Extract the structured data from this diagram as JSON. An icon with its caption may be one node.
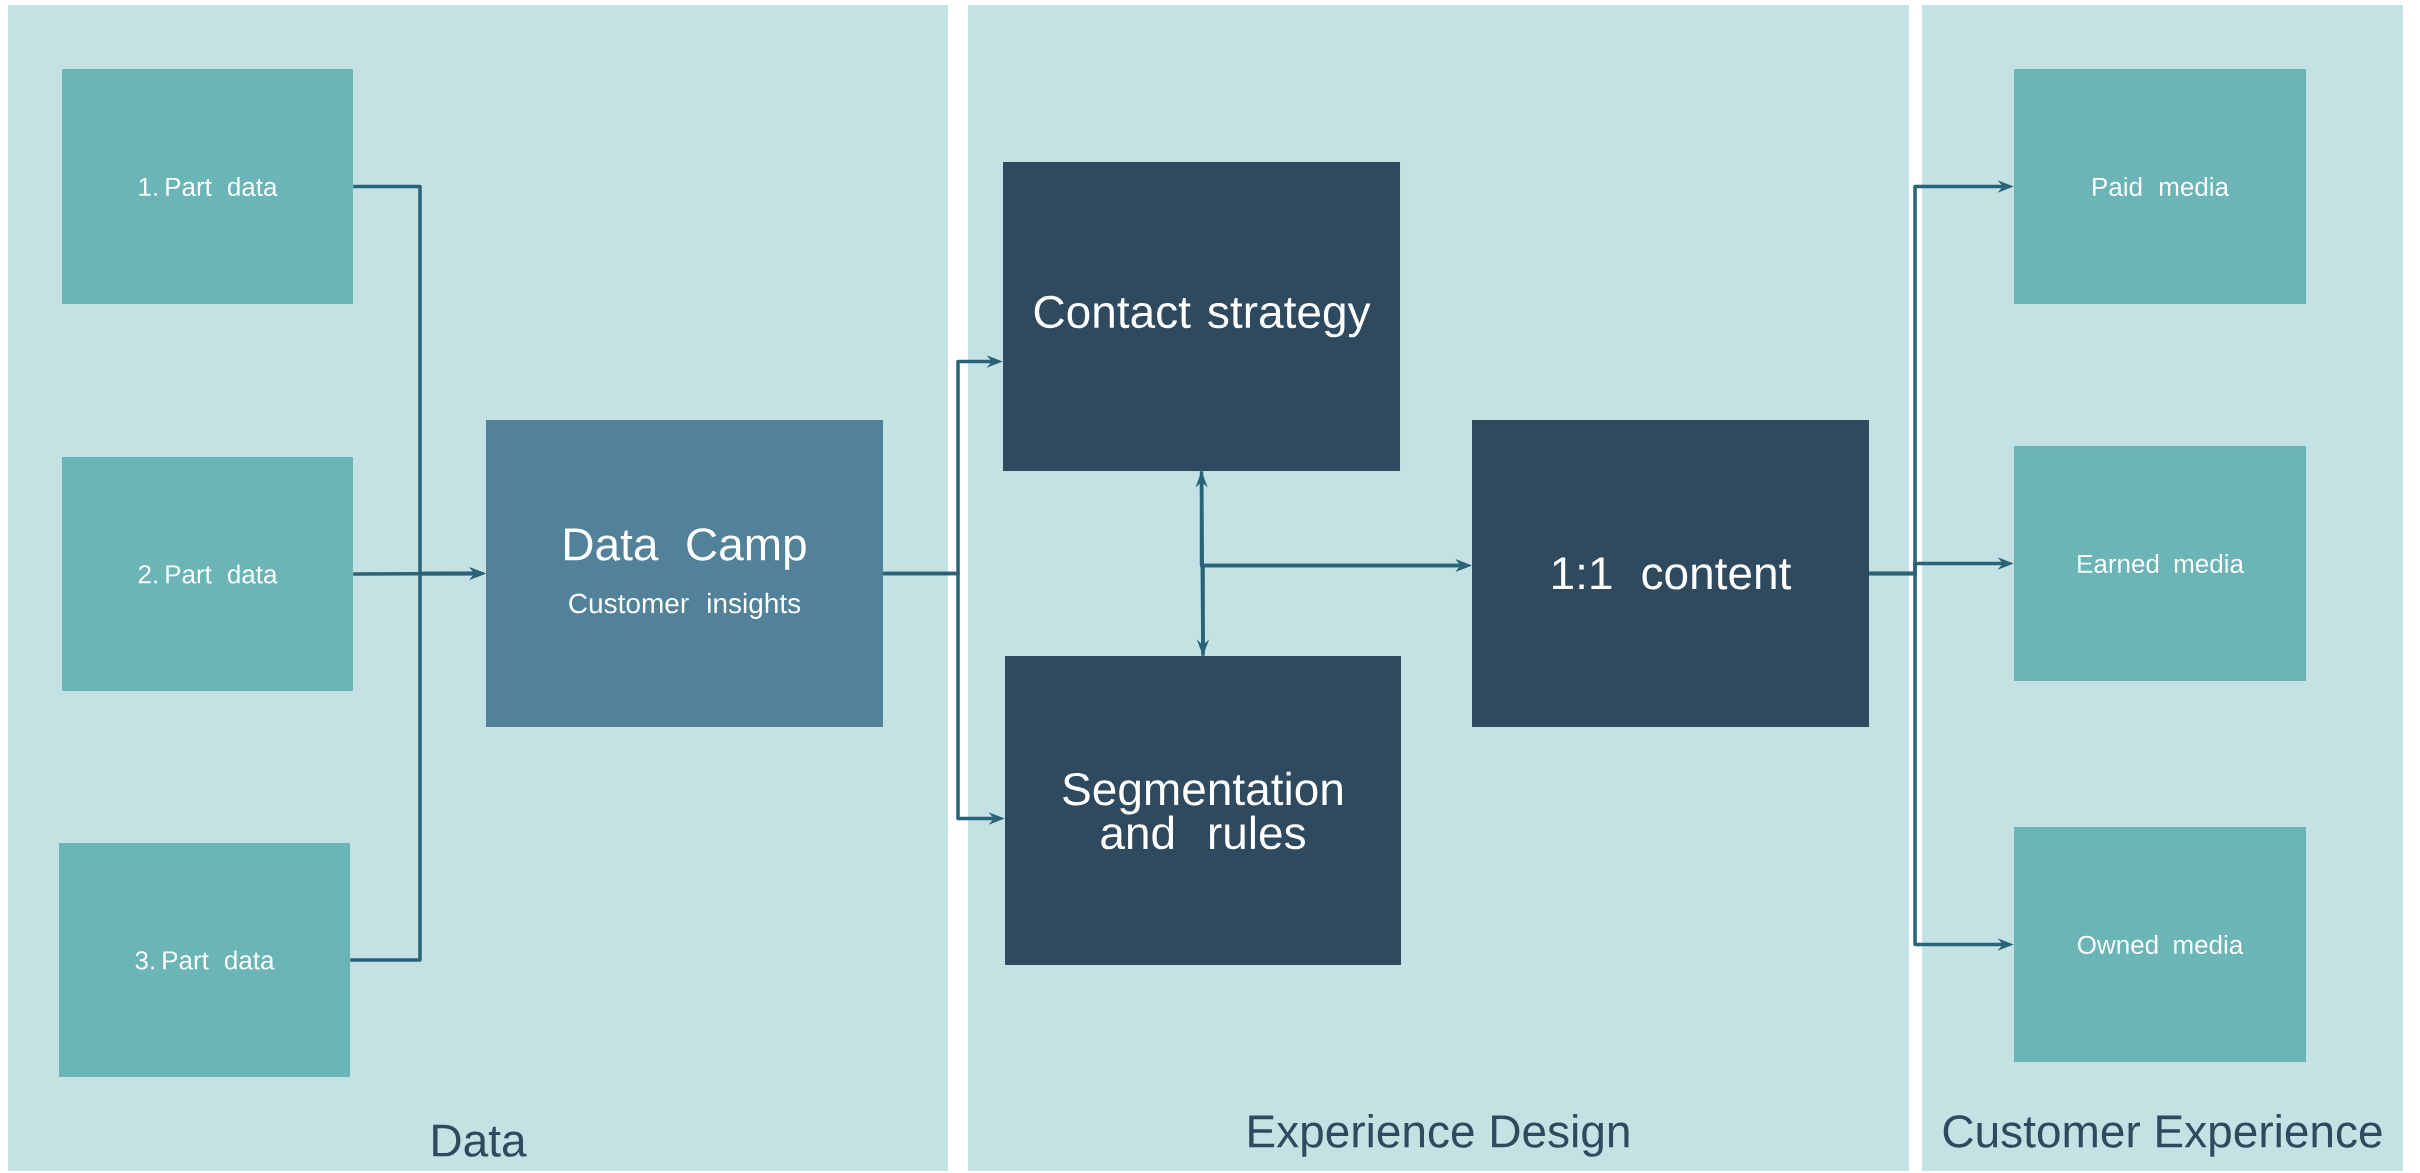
{
  "diagram": {
    "nodes": [
      {
        "text": [
          "Data"
        ]
      },
      {
        "text": [
          "Experience Design"
        ]
      },
      {
        "text": [
          "Customer Experience"
        ]
      },
      {
        "text": [
          "1. Part data"
        ],
        "in": 0
      },
      {
        "text": [
          "2. Part data"
        ],
        "in": 0
      },
      {
        "text": [
          "3. Part data"
        ],
        "in": 0
      },
      {
        "text": [
          "Data Camp",
          "Customer insights"
        ],
        "in": 0
      },
      {
        "text": [
          "Contact strategy"
        ],
        "in": 1
      },
      {
        "text": [
          "Segmentation and rules"
        ],
        "in": 1
      },
      {
        "text": [
          "1:1 content"
        ],
        "in": 1
      },
      {
        "text": [
          "Paid media"
        ],
        "in": 2
      },
      {
        "text": [
          "Earned media"
        ],
        "in": 2
      },
      {
        "text": [
          "Owned media"
        ],
        "in": 2
      }
    ],
    "edges": [
      {
        "from": 3,
        "to": 6,
        "arrow": "to"
      },
      {
        "from": 4,
        "to": 6,
        "arrow": "to"
      },
      {
        "from": 5,
        "to": 6,
        "arrow": "to"
      },
      {
        "from": 6,
        "to": 7,
        "arrow": "to"
      },
      {
        "from": 6,
        "to": 8,
        "arrow": "to"
      },
      {
        "from": 7,
        "to": 8,
        "arrow": "both"
      },
      {
        "from": 7,
        "to": 9,
        "arrow": "to"
      },
      {
        "from": 8,
        "to": 9,
        "arrow": "to"
      },
      {
        "from": 9,
        "to": 10,
        "arrow": "to"
      },
      {
        "from": 9,
        "to": 11,
        "arrow": "to"
      },
      {
        "from": 9,
        "to": 12,
        "arrow": "to"
      }
    ]
  }
}
